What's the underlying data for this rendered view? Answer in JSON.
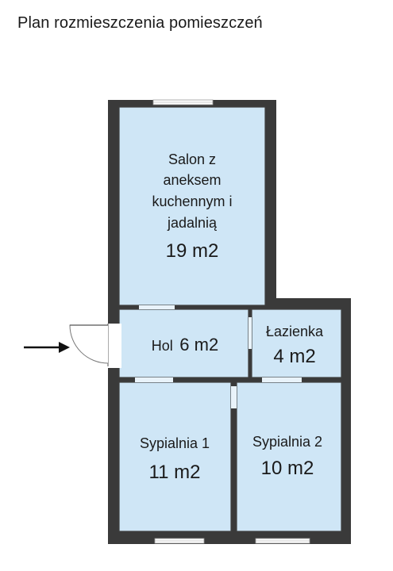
{
  "title": "Plan rozmieszczenia pomieszczeń",
  "rooms": {
    "salon": {
      "lines": [
        "Salon z",
        "aneksem",
        "kuchennym i",
        "jadalnią"
      ],
      "area": "19 m2"
    },
    "hol": {
      "name": "Hol",
      "area": "6 m2"
    },
    "lazienka": {
      "name": "Łazienka",
      "area": "4 m2"
    },
    "sypialnia1": {
      "name": "Sypialnia 1",
      "area": "11 m2"
    },
    "sypialnia2": {
      "name": "Sypialnia 2",
      "area": "10 m2"
    }
  },
  "colors": {
    "room_fill": "#cfe6f6",
    "wall": "#3a3a3a",
    "window": "#ffffff"
  }
}
